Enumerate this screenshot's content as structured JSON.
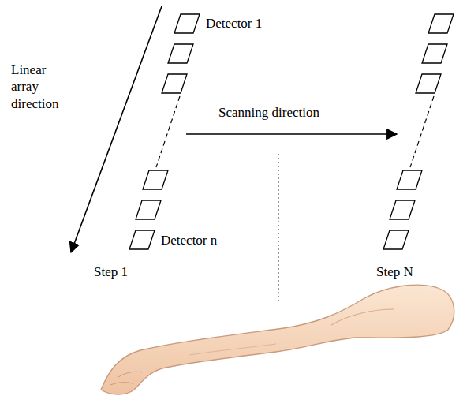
{
  "diagram": {
    "labels": [
      "Linear array direction",
      "Scanning direction",
      "Detector 1",
      "Detector n",
      "Step 1",
      "Step N"
    ]
  }
}
